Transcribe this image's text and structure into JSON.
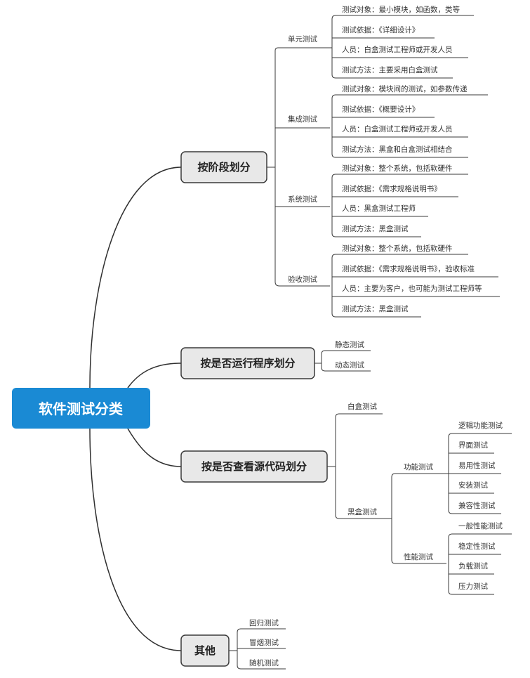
{
  "root": {
    "label": "软件测试分类",
    "color": "#1a8ad4"
  },
  "branch_fill": "#e8e8e8",
  "branches": [
    {
      "label": "按阶段划分",
      "children": [
        {
          "label": "单元测试",
          "items": [
            "测试对象：最小模块，如函数，类等",
            "测试依据：《详细设计》",
            "人员：白盒测试工程师或开发人员",
            "测试方法：主要采用白盒测试"
          ]
        },
        {
          "label": "集成测试",
          "items": [
            "测试对象：模块间的测试，如参数传递",
            "测试依据：《概要设计》",
            "人员：白盒测试工程师或开发人员",
            "测试方法：黑盒和白盒测试相结合"
          ]
        },
        {
          "label": "系统测试",
          "items": [
            "测试对象：整个系统，包括软硬件",
            "测试依据：《需求规格说明书》",
            "人员：黑盒测试工程师",
            "测试方法：黑盒测试"
          ]
        },
        {
          "label": "验收测试",
          "items": [
            "测试对象：整个系统，包括软硬件",
            "测试依据：《需求规格说明书》，验收标准",
            "人员：主要为客户，也可能为测试工程师等",
            "测试方法：黑盒测试"
          ]
        }
      ]
    },
    {
      "label": "按是否运行程序划分",
      "children": [
        {
          "label": "静态测试"
        },
        {
          "label": "动态测试"
        }
      ]
    },
    {
      "label": "按是否查看源代码划分",
      "children": [
        {
          "label": "白盒测试"
        },
        {
          "label": "黑盒测试",
          "children": [
            {
              "label": "功能测试",
              "items": [
                "逻辑功能测试",
                "界面测试",
                "易用性测试",
                "安装测试",
                "兼容性测试"
              ]
            },
            {
              "label": "性能测试",
              "items": [
                "一般性能测试",
                "稳定性测试",
                "负载测试",
                "压力测试"
              ]
            }
          ]
        }
      ]
    },
    {
      "label": "其他",
      "children": [
        {
          "label": "回归测试"
        },
        {
          "label": "冒烟测试"
        },
        {
          "label": "随机测试"
        }
      ]
    }
  ]
}
